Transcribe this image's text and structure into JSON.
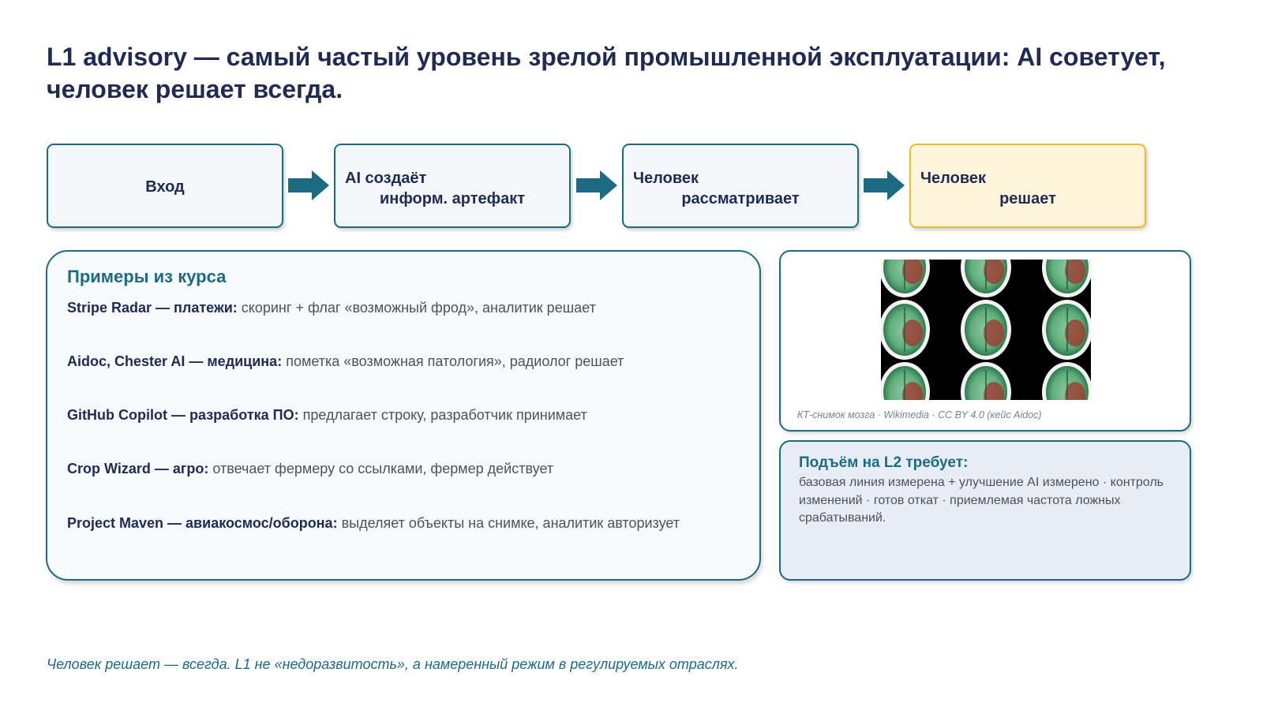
{
  "title": "L1 advisory — самый частый уровень зрелой промышленной эксплуатации: AI советует, человек решает всегда.",
  "flow": {
    "step1": "Вход",
    "step2_line1": "AI создаёт",
    "step2_line2": "информ. артефакт",
    "step3_line1": "Человек",
    "step3_line2": "рассматривает",
    "step4_line1": "Человек",
    "step4_line2": "решает",
    "colors": {
      "border": "#1d6b82",
      "decide_border": "#f0b92a",
      "decide_fill": "#fff4dc",
      "arrow": "#1d6b82"
    }
  },
  "examples": {
    "heading": "Примеры из курса",
    "items": [
      {
        "name": "Stripe Radar — платежи:",
        "text": "скоринг + флаг «возможный фрод», аналитик решает"
      },
      {
        "name": "Aidoc, Chester AI — медицина:",
        "text": "пометка «возможная патология», радиолог решает"
      },
      {
        "name": "GitHub Copilot — разработка ПО:",
        "text": "предлагает строку, разработчик принимает"
      },
      {
        "name": "Crop Wizard — агро:",
        "text": "отвечает фермеру со ссылками, фермер действует"
      },
      {
        "name": "Project Maven — авиакосмос/оборона:",
        "text": "выделяет объекты на снимке, аналитик авторизует"
      }
    ]
  },
  "image_card": {
    "caption": "КТ-снимок мозга · Wikimedia · CC BY 4.0 (кейс Aidoc)"
  },
  "l2": {
    "heading": "Подъём на L2 требует:",
    "body": "базовая линия измерена + улучшение AI измерено · контроль изменений · готов откат · приемлемая частота ложных срабатываний."
  },
  "footer": "Человек решает — всегда. L1 не «недоразвитость», а намеренный режим в регулируемых отраслях."
}
